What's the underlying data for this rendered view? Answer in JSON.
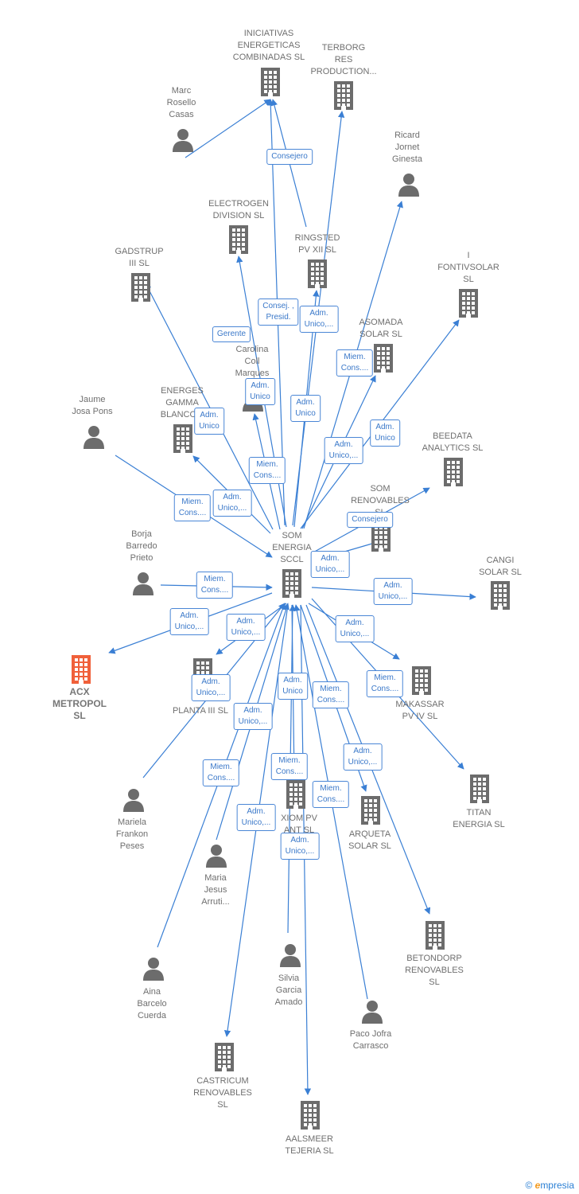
{
  "colors": {
    "edge": "#3a7fd4",
    "node_icon": "#6c6c6c",
    "highlight": "#f0603a",
    "label_border": "#4a86d6"
  },
  "footer": {
    "copyright": "©",
    "brand_e": "e",
    "brand_rest": "mpresia"
  },
  "nodes": [
    {
      "id": "som",
      "type": "company",
      "lines": [
        "SOM",
        "ENERGIA",
        "SCCL"
      ]
    },
    {
      "id": "iniciativas",
      "type": "company",
      "lines": [
        "INICIATIVAS",
        "ENERGETICAS",
        "COMBINADAS SL"
      ]
    },
    {
      "id": "terborg",
      "type": "company",
      "lines": [
        "TERBORG",
        "RES",
        "PRODUCTION..."
      ]
    },
    {
      "id": "marc",
      "type": "person",
      "lines": [
        "Marc",
        "Rosello",
        "Casas"
      ]
    },
    {
      "id": "ricard",
      "type": "person",
      "lines": [
        "Ricard",
        "Jornet",
        "Ginesta"
      ]
    },
    {
      "id": "electrogen",
      "type": "company",
      "lines": [
        "ELECTROGEN",
        "DIVISION  SL"
      ]
    },
    {
      "id": "ringsted",
      "type": "company",
      "lines": [
        "RINGSTED",
        "PV XII SL"
      ]
    },
    {
      "id": "gadstrup",
      "type": "company",
      "lines": [
        "GADSTRUP",
        "III SL"
      ]
    },
    {
      "id": "fontivsolar",
      "type": "company",
      "lines": [
        "I",
        "FONTIVSOLAR",
        "SL"
      ]
    },
    {
      "id": "asomada",
      "type": "company",
      "lines": [
        "ASOMADA",
        "SOLAR  SL"
      ]
    },
    {
      "id": "carolina",
      "type": "person",
      "lines": [
        "Carolina",
        "Coll",
        "Marques"
      ]
    },
    {
      "id": "energes",
      "type": "company",
      "lines": [
        "ENERGES",
        "GAMMA",
        "BLANCO..."
      ]
    },
    {
      "id": "jaume",
      "type": "person",
      "lines": [
        "Jaume",
        "Josa Pons"
      ]
    },
    {
      "id": "beedata",
      "type": "company",
      "lines": [
        "BEEDATA",
        "ANALYTICS  SL"
      ]
    },
    {
      "id": "somrenov",
      "type": "company",
      "lines": [
        "SOM",
        "RENOVABLES",
        "SL"
      ]
    },
    {
      "id": "borja",
      "type": "person",
      "lines": [
        "Borja",
        "Barredo",
        "Prieto"
      ]
    },
    {
      "id": "cangi",
      "type": "company",
      "lines": [
        "CANGI",
        "SOLAR  SL"
      ]
    },
    {
      "id": "acx",
      "type": "company",
      "highlight": true,
      "lines": [
        "ACX",
        "METROPOL",
        "SL"
      ]
    },
    {
      "id": "planta",
      "type": "company",
      "lines": [
        "E...",
        "PLANTA III  SL"
      ]
    },
    {
      "id": "makassar",
      "type": "company",
      "lines": [
        "MAKASSAR",
        "PV IV SL"
      ]
    },
    {
      "id": "titan",
      "type": "company",
      "lines": [
        "TITAN",
        "ENERGIA SL"
      ]
    },
    {
      "id": "mariela",
      "type": "person",
      "lines": [
        "Mariela",
        "Frankon",
        "Peses"
      ]
    },
    {
      "id": "xiom",
      "type": "company",
      "lines": [
        "XIOM PV",
        "ANT   SL"
      ]
    },
    {
      "id": "arqueta",
      "type": "company",
      "lines": [
        "ARQUETA",
        "SOLAR  SL"
      ]
    },
    {
      "id": "maria",
      "type": "person",
      "lines": [
        "Maria",
        "Jesus",
        "Arruti..."
      ]
    },
    {
      "id": "betondorp",
      "type": "company",
      "lines": [
        "BETONDORP",
        "RENOVABLES",
        "SL"
      ]
    },
    {
      "id": "aina",
      "type": "person",
      "lines": [
        "Aina",
        "Barcelo",
        "Cuerda"
      ]
    },
    {
      "id": "silvia",
      "type": "person",
      "lines": [
        "Silvia",
        "Garcia",
        "Amado"
      ]
    },
    {
      "id": "paco",
      "type": "person",
      "lines": [
        "Paco Jofra",
        "Carrasco"
      ]
    },
    {
      "id": "castricum",
      "type": "company",
      "lines": [
        "CASTRICUM",
        "RENOVABLES",
        "SL"
      ]
    },
    {
      "id": "aalsmeer",
      "type": "company",
      "lines": [
        "AALSMEER",
        "TEJERIA  SL"
      ]
    }
  ],
  "edge_labels": [
    {
      "lines": [
        "Consejero"
      ]
    },
    {
      "lines": [
        "Consej. ,",
        "Presid."
      ]
    },
    {
      "lines": [
        "Adm.",
        "Unico,..."
      ]
    },
    {
      "lines": [
        "Gerente"
      ]
    },
    {
      "lines": [
        "Miem.",
        "Cons...."
      ]
    },
    {
      "lines": [
        "Adm.",
        "Unico"
      ]
    },
    {
      "lines": [
        "Adm.",
        "Unico"
      ]
    },
    {
      "lines": [
        "Adm.",
        "Unico"
      ]
    },
    {
      "lines": [
        "Adm.",
        "Unico,..."
      ]
    },
    {
      "lines": [
        "Adm.",
        "Unico"
      ]
    },
    {
      "lines": [
        "Miem.",
        "Cons...."
      ]
    },
    {
      "lines": [
        "Adm.",
        "Unico,..."
      ]
    },
    {
      "lines": [
        "Miem.",
        "Cons...."
      ]
    },
    {
      "lines": [
        "Consejero"
      ]
    },
    {
      "lines": [
        "Adm.",
        "Unico,..."
      ]
    },
    {
      "lines": [
        "Miem.",
        "Cons...."
      ]
    },
    {
      "lines": [
        "Adm.",
        "Unico,..."
      ]
    },
    {
      "lines": [
        "Adm.",
        "Unico,..."
      ]
    },
    {
      "lines": [
        "Adm.",
        "Unico,..."
      ]
    },
    {
      "lines": [
        "Adm.",
        "Unico,..."
      ]
    },
    {
      "lines": [
        "Miem.",
        "Cons...."
      ]
    },
    {
      "lines": [
        "Adm.",
        "Unico,..."
      ]
    },
    {
      "lines": [
        "Adm.",
        "Unico"
      ]
    },
    {
      "lines": [
        "Adm.",
        "Unico,..."
      ]
    },
    {
      "lines": [
        "Miem.",
        "Cons...."
      ]
    },
    {
      "lines": [
        "Adm.",
        "Unico,..."
      ]
    },
    {
      "lines": [
        "Miem.",
        "Cons...."
      ]
    },
    {
      "lines": [
        "Miem.",
        "Cons...."
      ]
    },
    {
      "lines": [
        "Miem.",
        "Cons...."
      ]
    },
    {
      "lines": [
        "Adm.",
        "Unico,..."
      ]
    },
    {
      "lines": [
        "Adm.",
        "Unico,..."
      ]
    }
  ]
}
